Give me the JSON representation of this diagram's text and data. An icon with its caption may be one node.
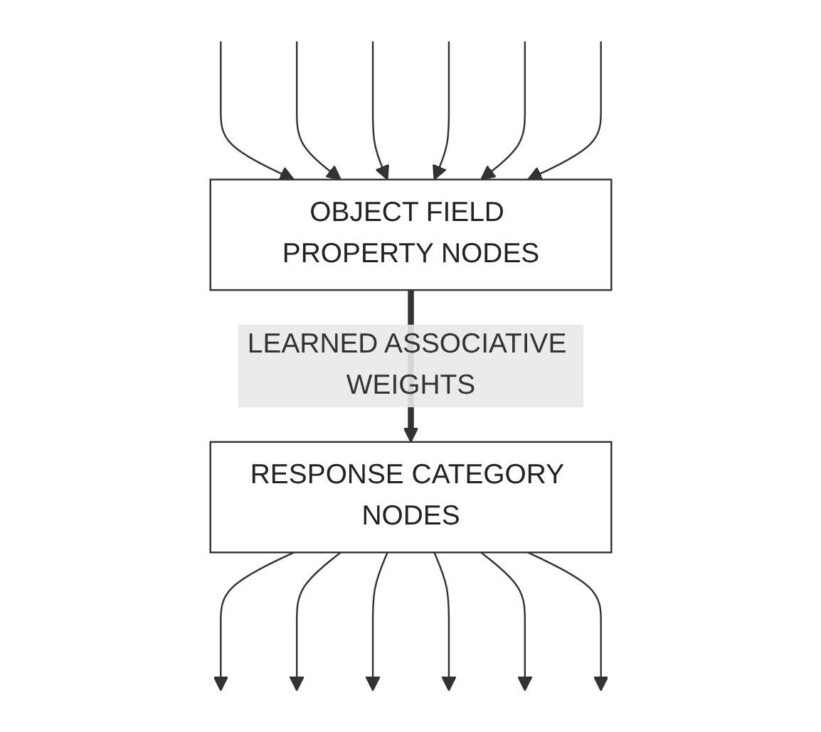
{
  "diagram": {
    "nodes": [
      {
        "text": [
          "OBJECT FIELD PROPERTY NODES"
        ]
      },
      {
        "text": [
          "RESPONSE CATEGORY NODES"
        ]
      }
    ],
    "edges": [
      {
        "from": null,
        "to": 0,
        "arrow": "to"
      },
      {
        "from": null,
        "to": 0,
        "arrow": "to"
      },
      {
        "from": null,
        "to": 0,
        "arrow": "to"
      },
      {
        "from": null,
        "to": 0,
        "arrow": "to"
      },
      {
        "from": null,
        "to": 0,
        "arrow": "to"
      },
      {
        "from": null,
        "to": 0,
        "arrow": "to"
      },
      {
        "from": 0,
        "to": 1,
        "arrow": "to",
        "label": "LEARNED ASSOCIATIVE WEIGHTS",
        "style": "thick"
      },
      {
        "from": 1,
        "to": null,
        "arrow": "to"
      },
      {
        "from": 1,
        "to": null,
        "arrow": "to"
      },
      {
        "from": 1,
        "to": null,
        "arrow": "to"
      },
      {
        "from": 1,
        "to": null,
        "arrow": "to"
      },
      {
        "from": 1,
        "to": null,
        "arrow": "to"
      },
      {
        "from": 1,
        "to": null,
        "arrow": "to"
      }
    ]
  }
}
